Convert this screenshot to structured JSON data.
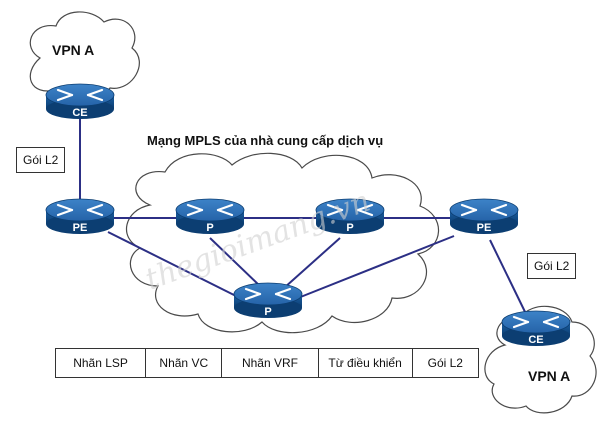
{
  "diagram": {
    "title": "Mạng MPLS của nhà cung cấp dịch vụ",
    "clouds": {
      "vpn_a_top": "VPN A",
      "vpn_a_bottom": "VPN A"
    },
    "routers": {
      "ce_top": "CE",
      "pe_left": "PE",
      "p_left": "P",
      "p_right": "P",
      "pe_right": "PE",
      "p_bottom": "P",
      "ce_bottom": "CE"
    },
    "packet_labels": {
      "left": "Gói L2",
      "right": "Gói L2"
    },
    "header_fields": [
      "Nhãn LSP",
      "Nhãn VC",
      "Nhãn VRF",
      "Từ điều khiển",
      "Gói L2"
    ],
    "watermark": "thegioimang.vn",
    "colors": {
      "router_top": "#2b6fb8",
      "router_side": "#0f4f8f",
      "link": "#2c2f85",
      "cloud_stroke": "#4a4a4a"
    }
  }
}
